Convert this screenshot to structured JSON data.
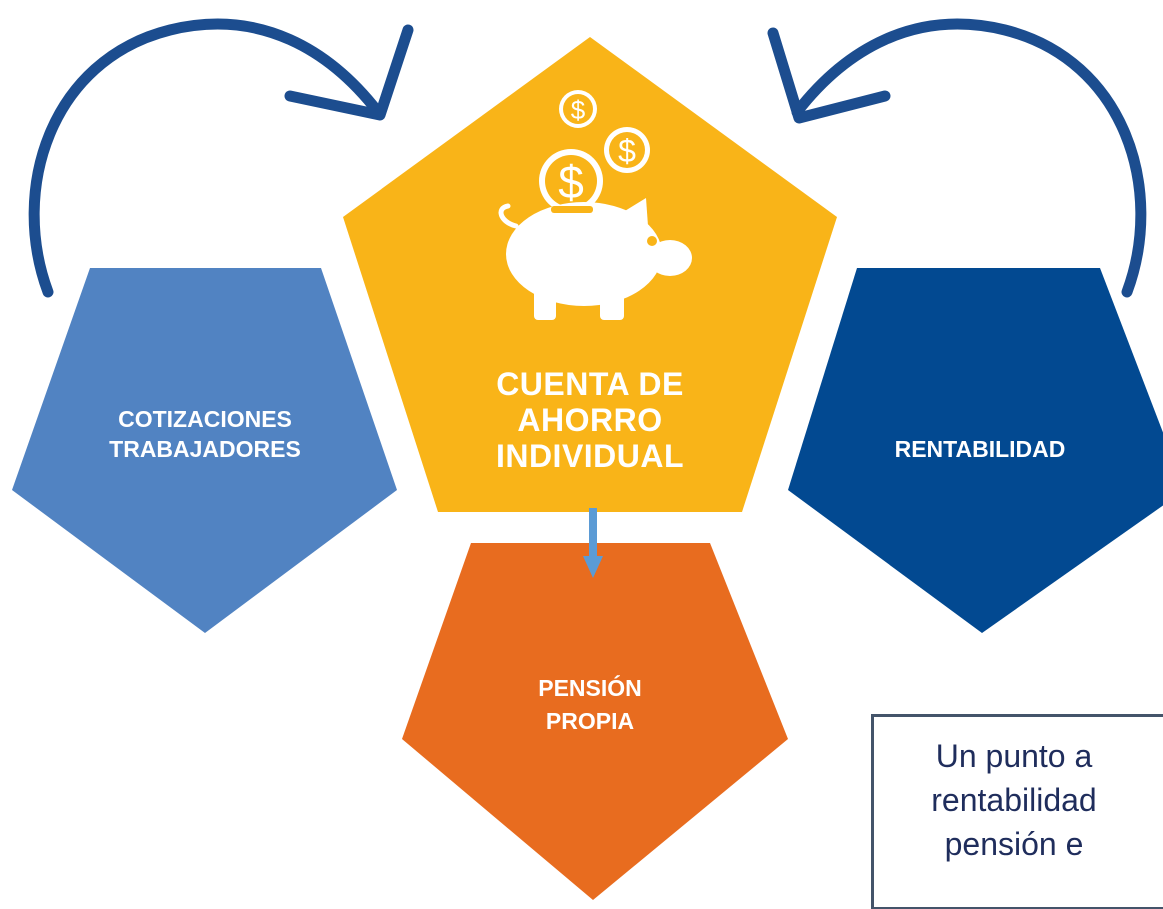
{
  "nodes": {
    "cotizaciones": {
      "label": "COTIZACIONES\nTRABAJADORES",
      "color": "#5183c2"
    },
    "cuenta": {
      "label": "CUENTA DE\nAHORRO\nINDIVIDUAL",
      "color": "#f9b418"
    },
    "rentabilidad": {
      "label": "RENTABILIDAD",
      "color": "#024991"
    },
    "pension": {
      "label": "PENSIÓN\nPROPIA",
      "color": "#e86c1f"
    }
  },
  "icons": {
    "piggy": "piggy-bank-icon",
    "coin": "dollar-coin-icon",
    "coin_symbol": "$"
  },
  "arrows": {
    "curved_color": "#1c4d8f",
    "down_color": "#5b9bd5"
  },
  "note": {
    "text": "Un punto a\nrentabilidad\npensión e",
    "border_color": "#44546a",
    "text_color": "#1f2d5c"
  }
}
